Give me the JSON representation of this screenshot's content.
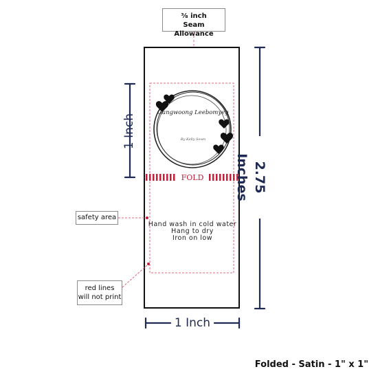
{
  "seam": {
    "fraction": "⅜ inch",
    "label": "Seam Allowance"
  },
  "label_design": {
    "title": "Gangwoong Leebomyeg",
    "byline": "By Kelly Sewn",
    "fold_text": "FOLD",
    "care_lines": [
      "Hand wash in cold water",
      "Hang to dry",
      "Iron on low"
    ]
  },
  "callouts": {
    "safety": "safety area",
    "red_lines_1": "red lines",
    "red_lines_2": "will not print"
  },
  "dimensions": {
    "height_half": "1 Inch",
    "height_full": "2.75 Inches",
    "width": "1 Inch"
  },
  "footer": "Folded - Satin - 1\" x 1\"",
  "colors": {
    "navy": "#1f2a52",
    "red": "#c0203a",
    "pink_dash": "#e0667a"
  }
}
